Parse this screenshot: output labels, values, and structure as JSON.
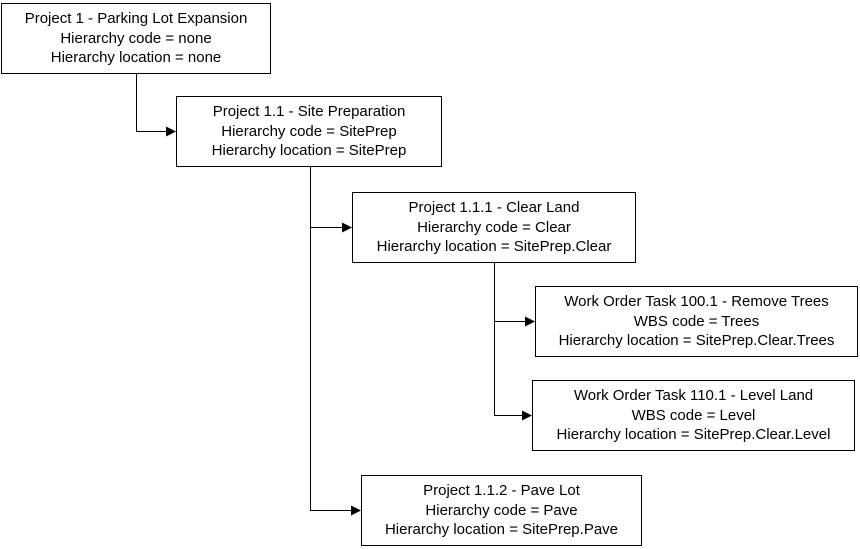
{
  "nodes": {
    "project_1": {
      "title": "Project 1 - Parking Lot Expansion",
      "line2": "Hierarchy code = none",
      "line3": "Hierarchy location = none"
    },
    "project_1_1": {
      "title": "Project 1.1 - Site Preparation",
      "line2": "Hierarchy code = SitePrep",
      "line3": "Hierarchy location = SitePrep"
    },
    "project_1_1_1": {
      "title": "Project 1.1.1 - Clear Land",
      "line2": "Hierarchy code = Clear",
      "line3": "Hierarchy location = SitePrep.Clear"
    },
    "work_order_100_1": {
      "title": "Work Order Task 100.1 - Remove Trees",
      "line2": "WBS code = Trees",
      "line3": "Hierarchy location = SitePrep.Clear.Trees"
    },
    "work_order_110_1": {
      "title": "Work Order Task 110.1 - Level Land",
      "line2": "WBS code = Level",
      "line3": "Hierarchy location = SitePrep.Clear.Level"
    },
    "project_1_1_2": {
      "title": "Project 1.1.2 - Pave Lot",
      "line2": "Hierarchy code = Pave",
      "line3": "Hierarchy location = SitePrep.Pave"
    }
  },
  "colors": {
    "line": "#000000",
    "box_border": "#000000",
    "background": "#ffffff"
  }
}
